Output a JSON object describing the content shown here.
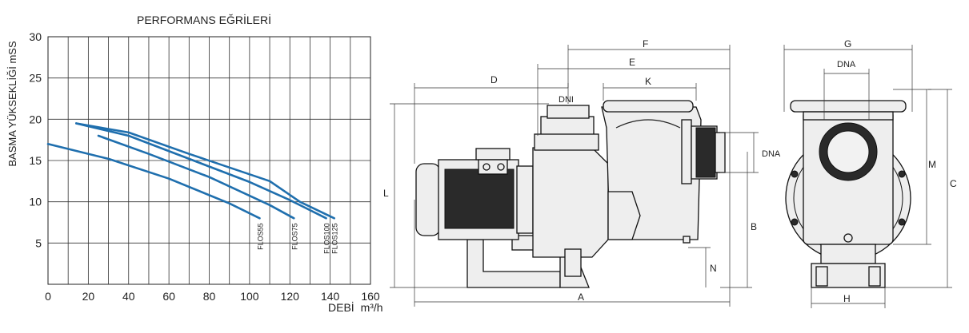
{
  "chart_data": {
    "type": "line",
    "title": "PERFORMANS EĞRİLERİ",
    "xlabel": "DEBİ",
    "xunit": "m³/h",
    "ylabel": "BASMA YÜKSEKLİĞİ mSS",
    "xlim": [
      0,
      160
    ],
    "ylim": [
      0,
      30
    ],
    "xticks": [
      0,
      20,
      40,
      60,
      80,
      100,
      120,
      140,
      160
    ],
    "yticks": [
      5,
      10,
      15,
      20,
      25,
      30
    ],
    "grid": true,
    "line_color": "#1f6fae",
    "series": [
      {
        "name": "FLOS55",
        "x": [
          0,
          30,
          60,
          90,
          105
        ],
        "y": [
          17,
          15.2,
          12.8,
          9.8,
          8
        ]
      },
      {
        "name": "FLOS75",
        "x": [
          25,
          50,
          80,
          110,
          122
        ],
        "y": [
          18,
          15.8,
          13,
          9.6,
          8
        ]
      },
      {
        "name": "FLOS100",
        "x": [
          14,
          40,
          70,
          100,
          120,
          138
        ],
        "y": [
          19.5,
          18,
          15.2,
          12.4,
          10.2,
          8
        ]
      },
      {
        "name": "FLOS125",
        "x": [
          14,
          40,
          70,
          110,
          125,
          142
        ],
        "y": [
          19.5,
          18.4,
          15.8,
          12.5,
          10,
          8
        ]
      }
    ]
  },
  "dimension_labels": {
    "A": "A",
    "B": "B",
    "C": "C",
    "D": "D",
    "E": "E",
    "F": "F",
    "G": "G",
    "H": "H",
    "K": "K",
    "L": "L",
    "M": "M",
    "N": "N",
    "DNI": "DNI",
    "DNA_side": "DNA",
    "DNA_front": "DNA"
  }
}
